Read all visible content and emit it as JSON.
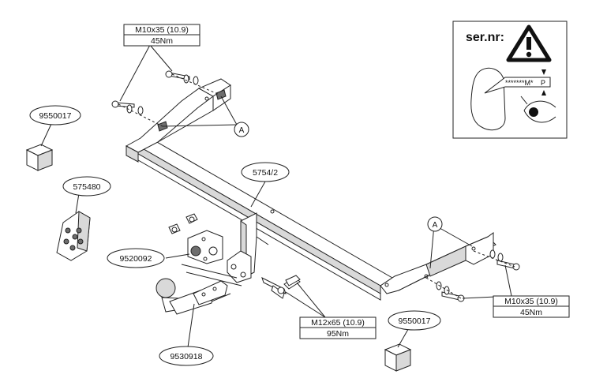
{
  "diagram": {
    "callouts": {
      "bolt_left_spec": "M10x35 (10.9)",
      "bolt_left_torque": "45Nm",
      "bolt_right_spec": "M10x35 (10.9)",
      "bolt_right_torque": "45Nm",
      "bolt_center_spec": "M12x65 (10.9)",
      "bolt_center_torque": "95Nm"
    },
    "part_labels": {
      "crossbar": "5754/2",
      "spacer_left": "9550017",
      "spacer_right": "9550017",
      "electric_socket": "575480",
      "mounting_plate": "9520092",
      "tow_ball": "9530918"
    },
    "marker_a_left": "A",
    "marker_a_right": "A",
    "serial_panel": {
      "title": "ser.nr:",
      "plate_text": "*******M*",
      "plate_suffix": "P",
      "warning_icon": "warning-triangle-icon",
      "eye_icon": "eye-icon"
    }
  }
}
